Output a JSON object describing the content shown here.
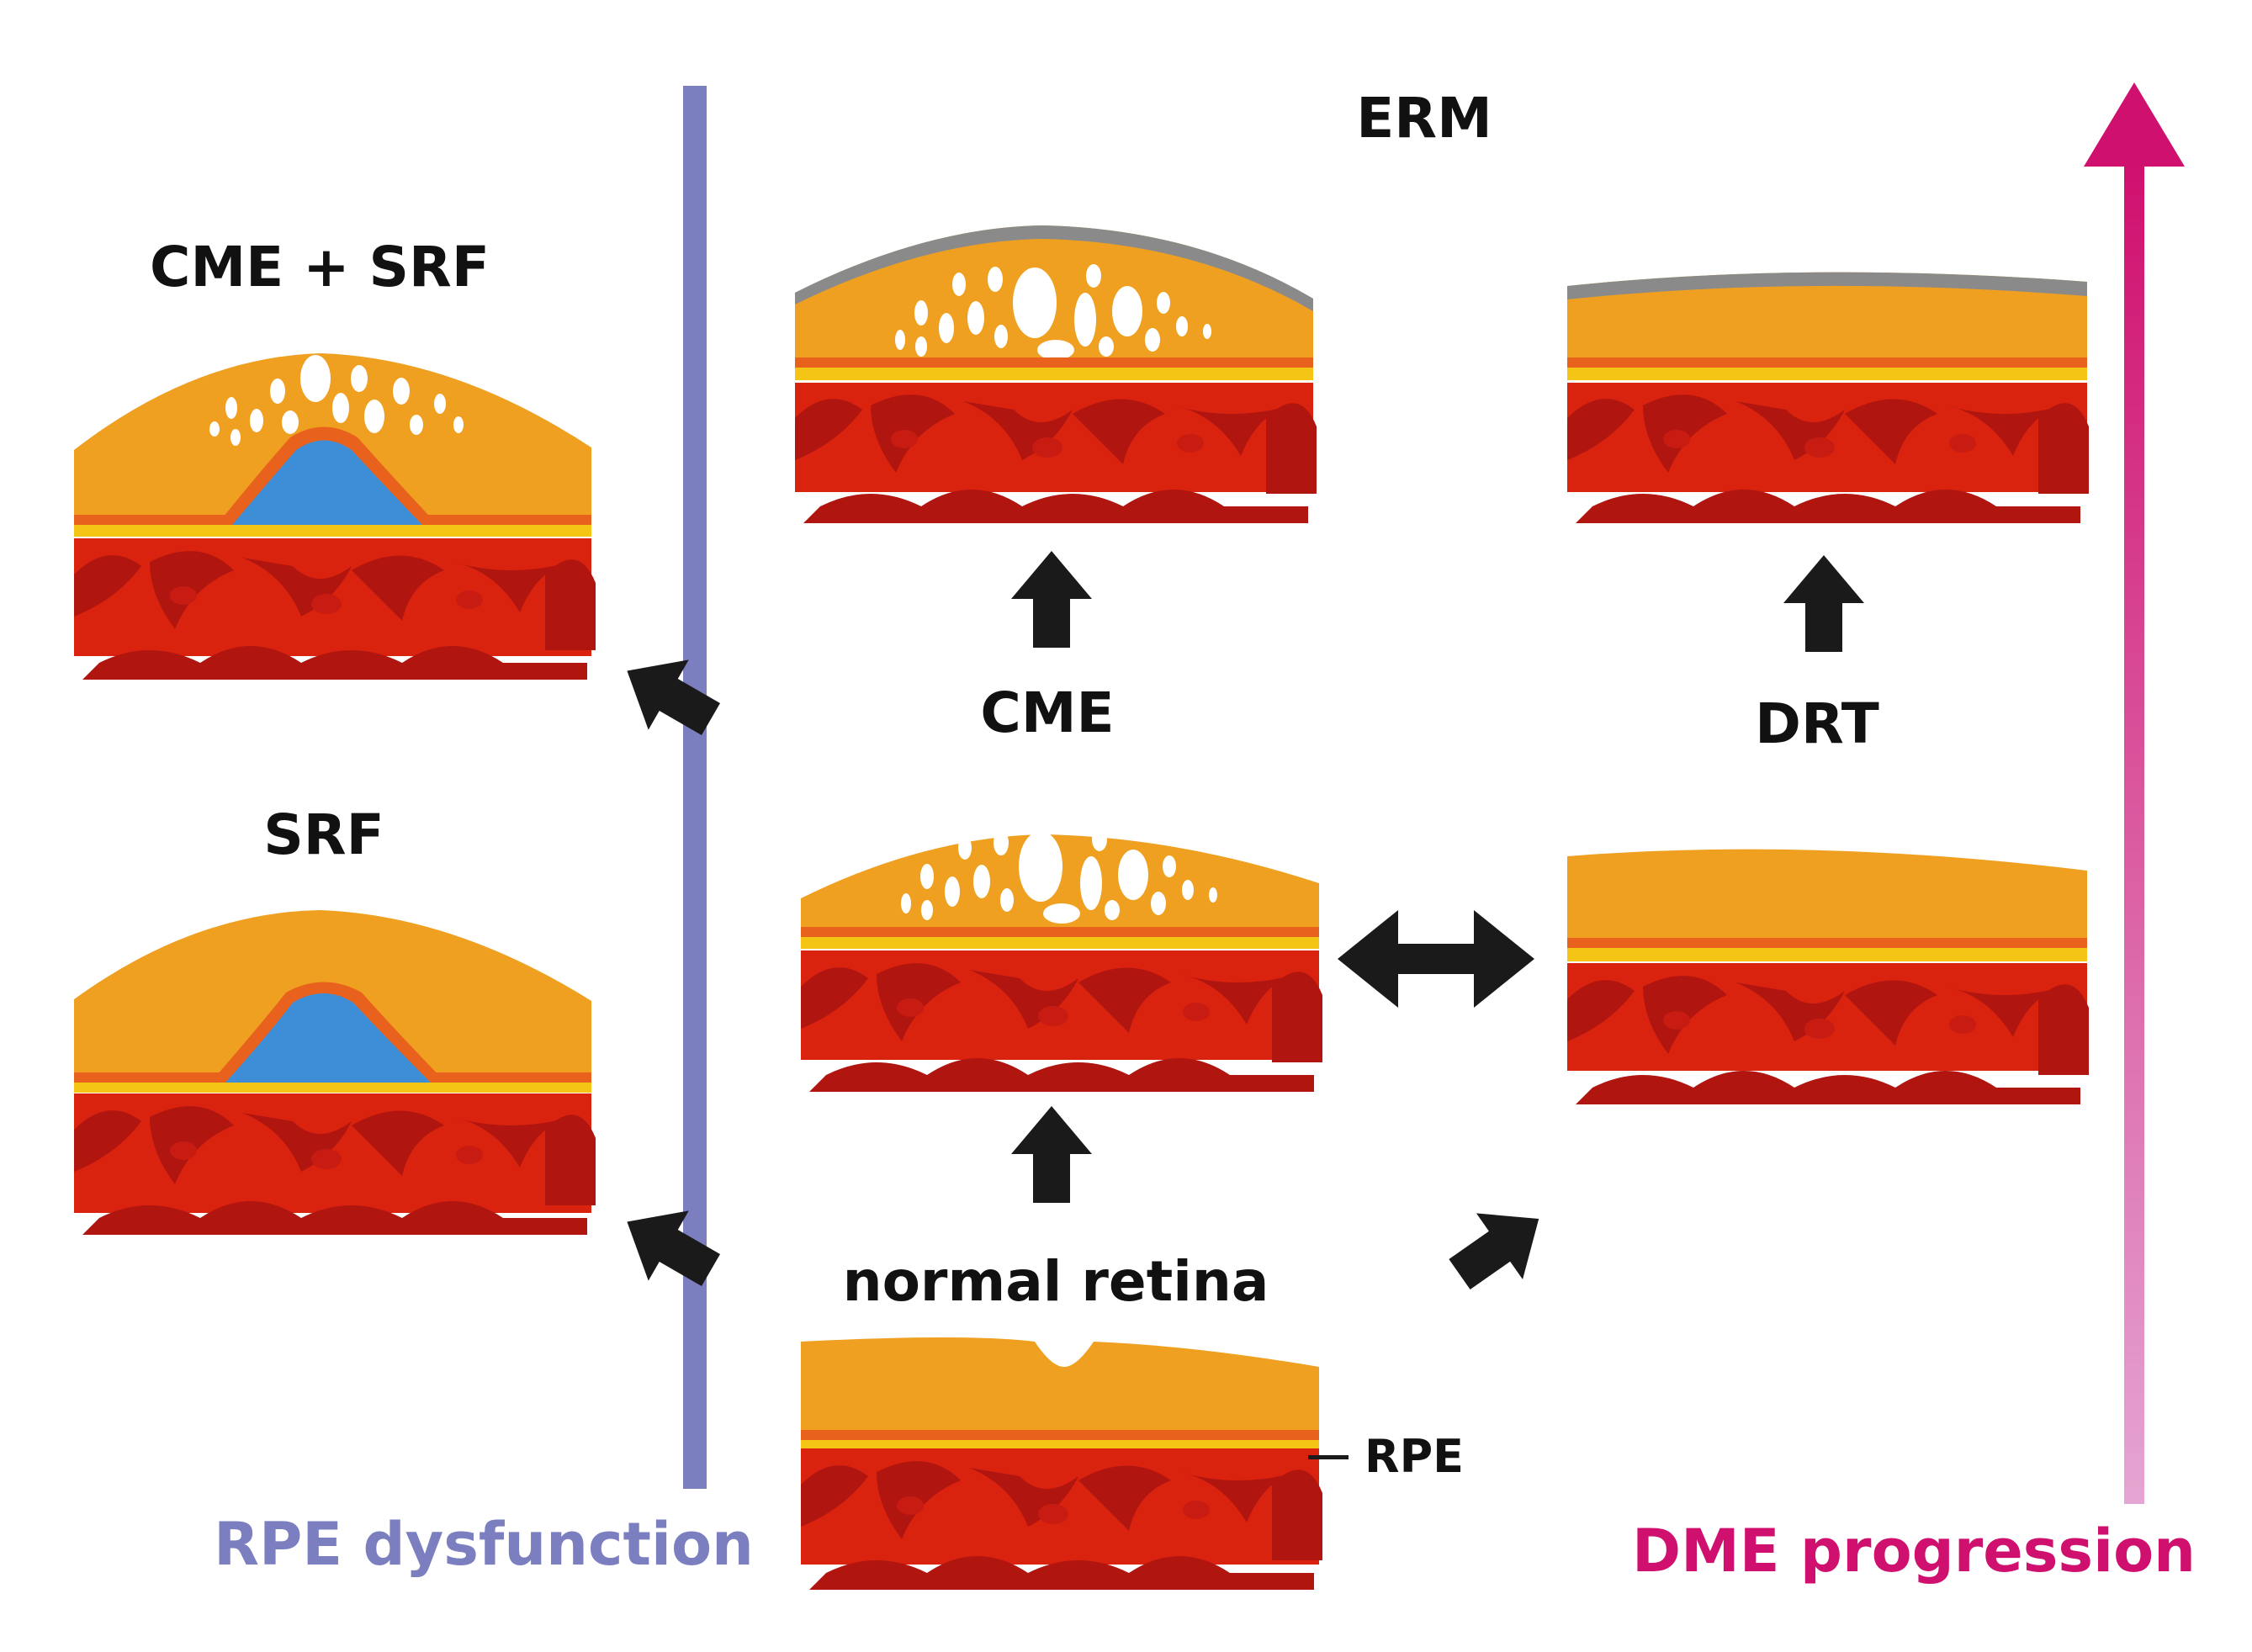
{
  "labels": {
    "cme_srf": "CME + SRF",
    "srf": "SRF",
    "erm": "ERM",
    "cme": "CME",
    "drt": "DRT",
    "normal_retina": "normal retina",
    "rpe": "RPE",
    "rpe_dysfunction": "RPE dysfunction",
    "dme_progression": "DME progression"
  },
  "colors": {
    "background": "#ffffff",
    "retina_orange": "#EFA020",
    "photoreceptor_orange": "#E8621E",
    "rpe_yellow": "#F5C516",
    "choroid_red": "#D9230F",
    "choroid_dark": "#B01510",
    "fluid_blue": "#3D8ED6",
    "erm_gray": "#8A8A8A",
    "arrow_black": "#1A1A1A",
    "rpe_axis": "#7B7FC0",
    "dme_axis": "#D0106E"
  },
  "icons": {
    "arrow": "block-arrow-icon",
    "double_arrow": "double-arrow-icon"
  }
}
